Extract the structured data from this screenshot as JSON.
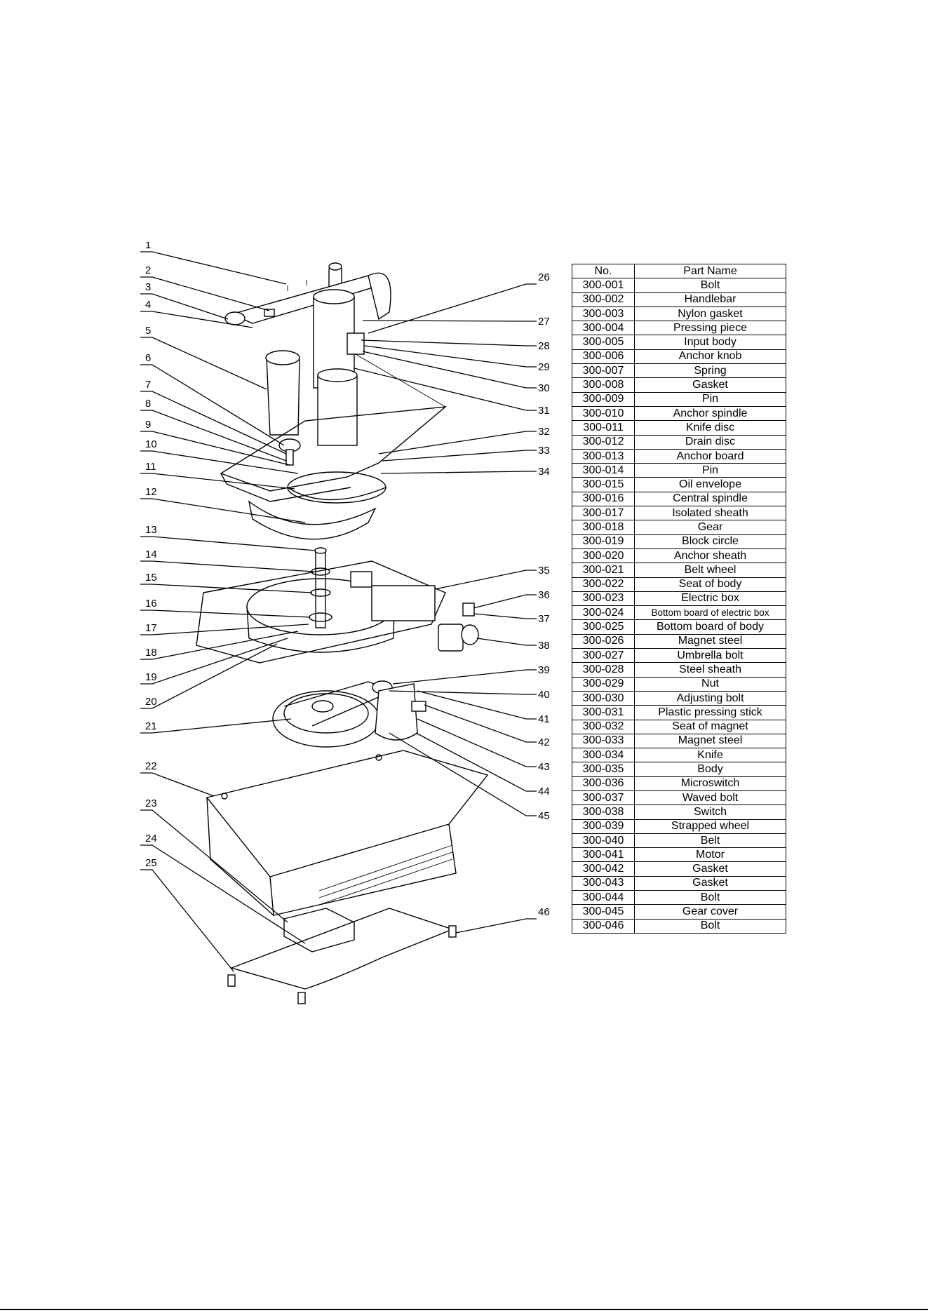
{
  "callouts": [
    "1",
    "2",
    "3",
    "4",
    "5",
    "6",
    "7",
    "8",
    "9",
    "10",
    "11",
    "12",
    "13",
    "14",
    "15",
    "16",
    "17",
    "18",
    "19",
    "20",
    "21",
    "22",
    "23",
    "24",
    "25",
    "26",
    "27",
    "28",
    "29",
    "30",
    "31",
    "32",
    "33",
    "34",
    "35",
    "36",
    "37",
    "38",
    "39",
    "40",
    "41",
    "42",
    "43",
    "44",
    "45",
    "46"
  ],
  "parts_table": {
    "headers": {
      "no": "No.",
      "name": "Part Name"
    },
    "rows": [
      {
        "no": "300-001",
        "name": "Bolt"
      },
      {
        "no": "300-002",
        "name": "Handlebar"
      },
      {
        "no": "300-003",
        "name": "Nylon gasket"
      },
      {
        "no": "300-004",
        "name": "Pressing piece"
      },
      {
        "no": "300-005",
        "name": "Input body"
      },
      {
        "no": "300-006",
        "name": "Anchor knob"
      },
      {
        "no": "300-007",
        "name": "Spring"
      },
      {
        "no": "300-008",
        "name": "Gasket"
      },
      {
        "no": "300-009",
        "name": "Pin"
      },
      {
        "no": "300-010",
        "name": "Anchor spindle"
      },
      {
        "no": "300-011",
        "name": "Knife disc"
      },
      {
        "no": "300-012",
        "name": "Drain disc"
      },
      {
        "no": "300-013",
        "name": "Anchor board"
      },
      {
        "no": "300-014",
        "name": "Pin"
      },
      {
        "no": "300-015",
        "name": "Oil envelope"
      },
      {
        "no": "300-016",
        "name": "Central spindle"
      },
      {
        "no": "300-017",
        "name": "Isolated sheath"
      },
      {
        "no": "300-018",
        "name": "Gear"
      },
      {
        "no": "300-019",
        "name": "Block circle"
      },
      {
        "no": "300-020",
        "name": "Anchor sheath"
      },
      {
        "no": "300-021",
        "name": "Belt wheel"
      },
      {
        "no": "300-022",
        "name": "Seat of body"
      },
      {
        "no": "300-023",
        "name": "Electric box"
      },
      {
        "no": "300-024",
        "name": "Bottom board of electric box"
      },
      {
        "no": "300-025",
        "name": "Bottom board of body"
      },
      {
        "no": "300-026",
        "name": "Magnet steel"
      },
      {
        "no": "300-027",
        "name": "Umbrella bolt"
      },
      {
        "no": "300-028",
        "name": "Steel sheath"
      },
      {
        "no": "300-029",
        "name": "Nut"
      },
      {
        "no": "300-030",
        "name": "Adjusting bolt"
      },
      {
        "no": "300-031",
        "name": "Plastic pressing stick"
      },
      {
        "no": "300-032",
        "name": "Seat of magnet"
      },
      {
        "no": "300-033",
        "name": "Magnet steel"
      },
      {
        "no": "300-034",
        "name": "Knife"
      },
      {
        "no": "300-035",
        "name": "Body"
      },
      {
        "no": "300-036",
        "name": "Microswitch"
      },
      {
        "no": "300-037",
        "name": "Waved bolt"
      },
      {
        "no": "300-038",
        "name": "Switch"
      },
      {
        "no": "300-039",
        "name": "Strapped wheel"
      },
      {
        "no": "300-040",
        "name": "Belt"
      },
      {
        "no": "300-041",
        "name": "Motor"
      },
      {
        "no": "300-042",
        "name": "Gasket"
      },
      {
        "no": "300-043",
        "name": "Gasket"
      },
      {
        "no": "300-044",
        "name": "Bolt"
      },
      {
        "no": "300-045",
        "name": "Gear cover"
      },
      {
        "no": "300-046",
        "name": "Bolt"
      }
    ]
  }
}
